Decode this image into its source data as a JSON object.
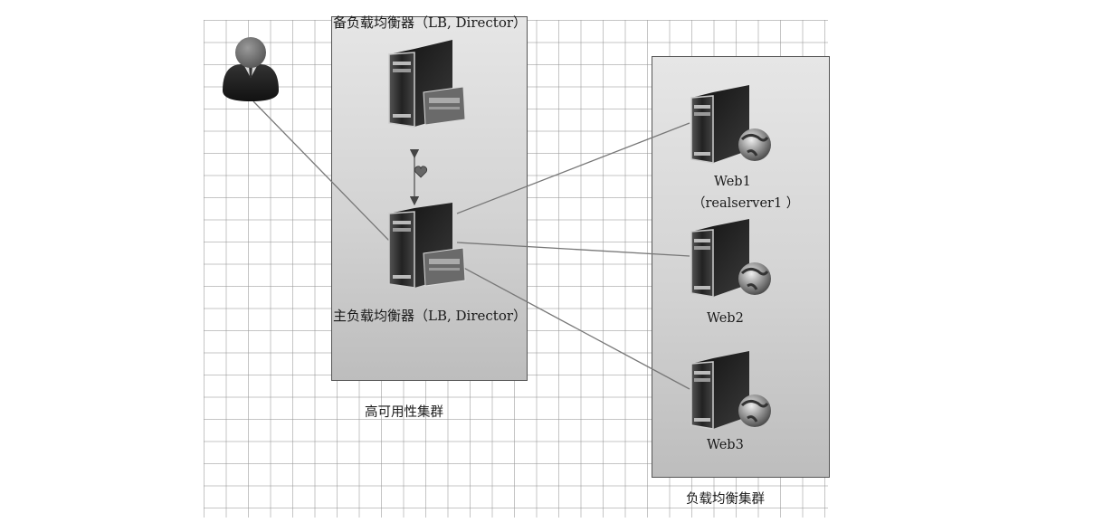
{
  "diagram": {
    "user": {
      "icon": "user-icon"
    },
    "ha_cluster": {
      "caption": "高可用性集群",
      "backup_lb_label": "备负载均衡器（LB, Director）",
      "primary_lb_label": "主负载均衡器（LB, Director）",
      "heartbeat_icon": "heartbeat-icon"
    },
    "lb_cluster": {
      "caption": "负载均衡集群",
      "servers": [
        {
          "name": "Web1",
          "sub": "（realserver1 ）"
        },
        {
          "name": "Web2",
          "sub": ""
        },
        {
          "name": "Web3",
          "sub": ""
        }
      ]
    }
  },
  "colors": {
    "cluster_fill": "#d3d3d3",
    "cluster_border": "#555555",
    "link": "#666666",
    "grid": "#969696"
  }
}
